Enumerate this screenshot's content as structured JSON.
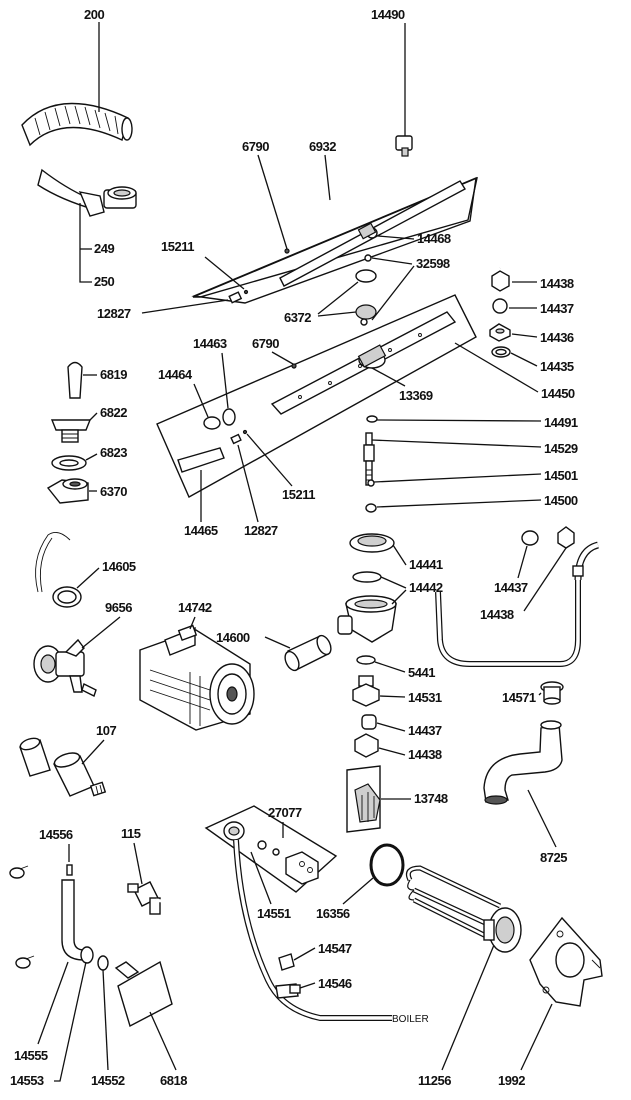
{
  "labels": {
    "p200": "200",
    "p14490": "14490",
    "p6790a": "6790",
    "p6932": "6932",
    "p15211a": "15211",
    "p14468": "14468",
    "p32598": "32598",
    "p249": "249",
    "p250": "250",
    "p12827a": "12827",
    "p6372": "6372",
    "p14438a": "14438",
    "p14437a": "14437",
    "p14436": "14436",
    "p14435": "14435",
    "p14450": "14450",
    "p14463": "14463",
    "p6790b": "6790",
    "p6819": "6819",
    "p14464": "14464",
    "p13369": "13369",
    "p14491": "14491",
    "p6822": "6822",
    "p14529": "14529",
    "p6823": "6823",
    "p15211b": "15211",
    "p14501": "14501",
    "p6370": "6370",
    "p14500": "14500",
    "p14465": "14465",
    "p12827b": "12827",
    "p14441": "14441",
    "p14442": "14442",
    "p14605": "14605",
    "p14437b": "14437",
    "p14438b": "14438",
    "p9656": "9656",
    "p14742": "14742",
    "p14600": "14600",
    "p5441": "5441",
    "p14531": "14531",
    "p14571": "14571",
    "p107": "107",
    "p14437c": "14437",
    "p14438c": "14438",
    "p13748": "13748",
    "p27077": "27077",
    "p14556": "14556",
    "p115": "115",
    "p8725": "8725",
    "p14551": "14551",
    "p16356": "16356",
    "p14547": "14547",
    "p14546": "14546",
    "boiler": "BOILER",
    "p14555": "14555",
    "p14553": "14553",
    "p14552": "14552",
    "p6818": "6818",
    "p11256": "11256",
    "p1992": "1992"
  },
  "colors": {
    "line": "#111111",
    "paper": "#ffffff",
    "shade": "#cfcfcf",
    "dark": "#555555"
  }
}
